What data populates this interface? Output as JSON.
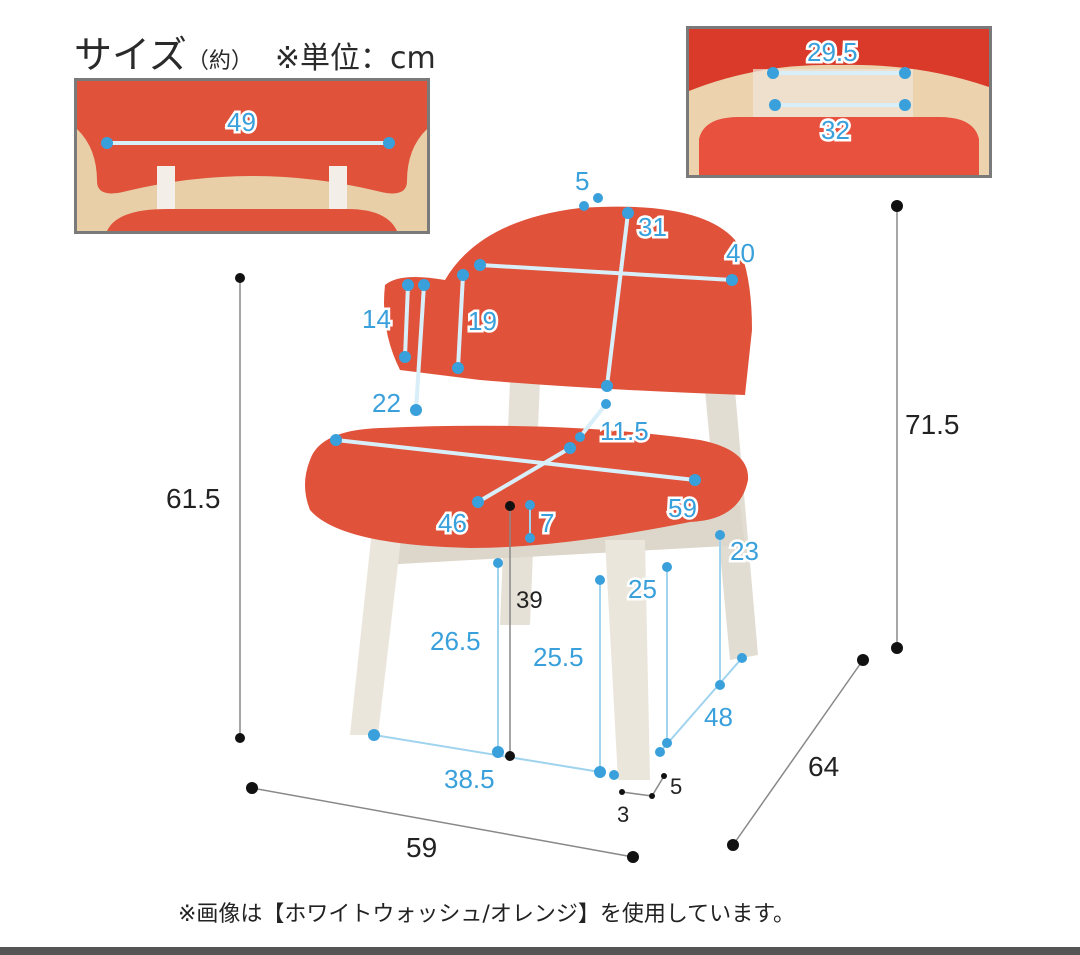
{
  "header": {
    "title": "サイズ",
    "approx": "（約）",
    "unit": "※単位：cm"
  },
  "insets": {
    "backrest_inner_width": "49",
    "back_support_top": "29.5",
    "back_support_bottom": "32"
  },
  "dimensions": {
    "backrest_thickness": "5",
    "backrest_height": "31",
    "backrest_width": "40",
    "armrest_height_left": "14",
    "armrest_height_right": "19",
    "arm_to_seat": "22",
    "back_gap": "11.5",
    "seat_width": "59",
    "seat_depth": "46",
    "seat_thickness": "7",
    "seat_height": "39",
    "rear_clearance": "23",
    "front_leg_height_left": "26.5",
    "front_leg_height_right": "25.5",
    "side_leg_height": "25",
    "leg_span_front": "38.5",
    "leg_span_side": "48",
    "leg_width": "3",
    "leg_depth": "5",
    "arm_height_total": "61.5",
    "total_height": "71.5",
    "total_width": "59",
    "total_depth": "64"
  },
  "colors": {
    "fabric": "#e0523a",
    "leg": "#e6e1d6",
    "dimension_blue": "#39a0db",
    "dimension_black": "#111111"
  },
  "footer": {
    "note": "※画像は【ホワイトウォッシュ/オレンジ】を使用しています。"
  }
}
